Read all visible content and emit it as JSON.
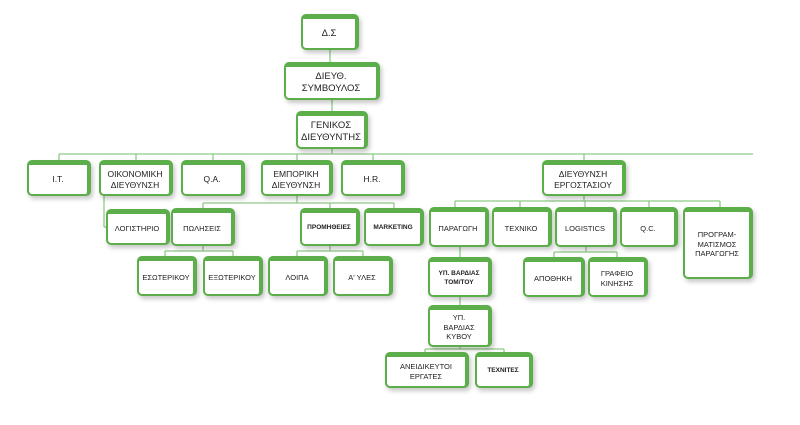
{
  "nodes": {
    "ds": "Δ.Σ",
    "ceo": "ΔΙΕΥΘ.\nΣΥΜΒΟΥΛΟΣ",
    "gm": "ΓΕΝΙΚΟΣ\nΔΙΕΥΘΥΝΤΗΣ",
    "it": "I.T.",
    "fin": "ΟΙΚΟΝΟΜΙΚΗ\nΔΙΕΥΘΥΝΣΗ",
    "qa": "Q.A.",
    "com": "ΕΜΠΟΡΙΚΗ\nΔΙΕΥΘΥΝΣΗ",
    "hr": "H.R.",
    "fac": "ΔΙΕΥΘΥΝΣΗ\nΕΡΓΟΣΤΑΣΙΟΥ",
    "acc": "ΛΟΓΙΣΤΗΡΙΟ",
    "sales": "ΠΩΛΗΣΕΙΣ",
    "proc": "ΠΡΟΜΗΘΕΙΕΣ",
    "mkt": "MARKETING",
    "dom": "ΕΣΩΤΕΡΙΚΟΥ",
    "exp": "ΕΞΩΤΕΡΙΚΟΥ",
    "other": "ΛΟΙΠΑ",
    "raw": "Α' ΥΛΕΣ",
    "prod": "ΠΑΡΑΓΩΓΗ",
    "tech": "ΤΕΧΝΙΚΟ",
    "log": "LOGISTICS",
    "qc": "Q.C.",
    "plan": "ΠΡΟΓΡΑΜ-\nΜΑΤΙΣΜΟΣ\nΠΑΡΑΓΩΓΗΣ",
    "shiftSup": "ΥΠ. ΒΑΡΔΙΑΣ\nΤΟΜ/ΤΟΥ",
    "shiftCube": "ΥΠ.\nΒΑΡΔΙΑΣ\nΚΥΒΟΥ",
    "wh": "ΑΠΟΘΗΚΗ",
    "traffic": "ΓΡΑΦΕΙΟ\nΚΙΝΗΣΗΣ",
    "unskilled": "ΑΝΕΙΔΙΚΕΥΤΟΙ\nΕΡΓΑΤΕΣ",
    "techs": "ΤΕΧΝΙΤΕΣ"
  },
  "colors": {
    "box_border": "#5cae4a",
    "connector": "#8ec986"
  }
}
